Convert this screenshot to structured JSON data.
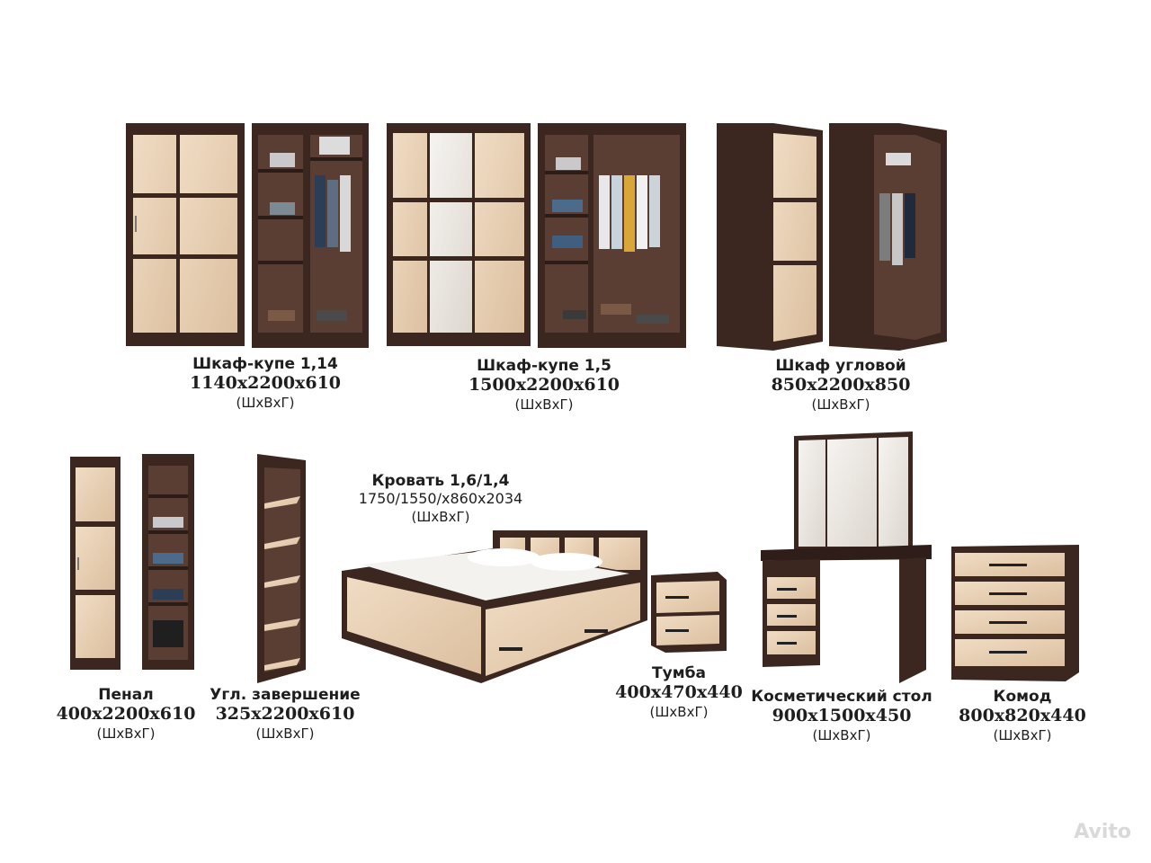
{
  "items": [
    {
      "name": "Шкаф-купе 1,14",
      "dims": "1140x2200x610",
      "units": "(ШхВхГ)"
    },
    {
      "name": "Шкаф-купе 1,5",
      "dims": "1500x2200x610",
      "units": "(ШхВхГ)"
    },
    {
      "name": "Шкаф угловой",
      "dims": "850x2200x850",
      "units": "(ШхВхГ)"
    },
    {
      "name": "Пенал",
      "dims": "400x2200x610",
      "units": "(ШхВхГ)"
    },
    {
      "name": "Угл. завершение",
      "dims": "325x2200x610",
      "units": "(ШхВхГ)"
    },
    {
      "name": "Кровать 1,6/1,4",
      "dims": "1750/1550/x860x2034",
      "units": "(ШхВхГ)"
    },
    {
      "name": "Тумба",
      "dims": "400x470x440",
      "units": "(ШхВхГ)"
    },
    {
      "name": "Косметический стол",
      "dims": "900x1500x450",
      "units": "(ШхВхГ)"
    },
    {
      "name": "Комод",
      "dims": "800x820x440",
      "units": "(ШхВхГ)"
    }
  ],
  "watermark": "Avito",
  "colors": {
    "dark_wood": "#3b2620",
    "light_wood": "#e6ccb0",
    "mirror": "#ece9e4"
  }
}
